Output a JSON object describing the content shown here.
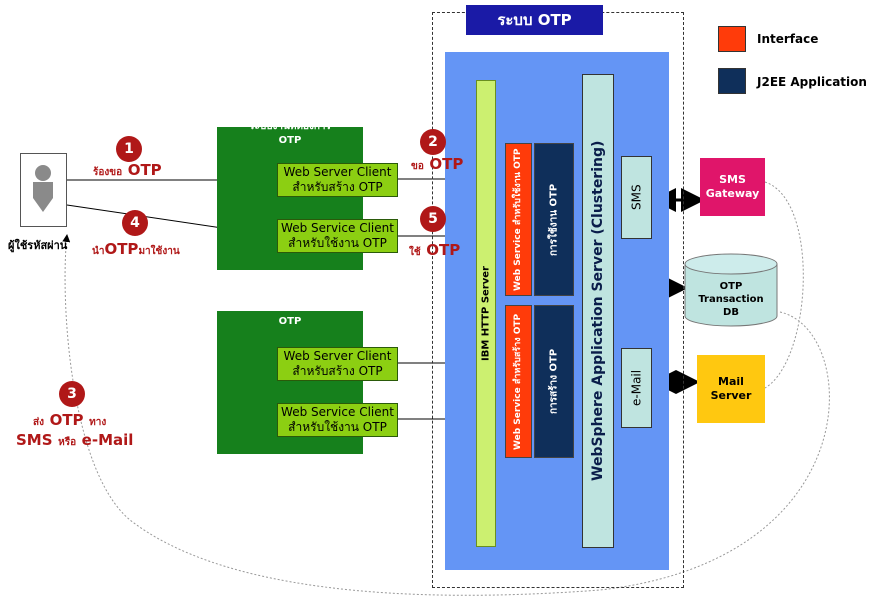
{
  "otp_system": {
    "title": "ระบบ OTP"
  },
  "legend": [
    {
      "label": "Interface",
      "color": "#ff3b0a"
    },
    {
      "label": "J2EE Application",
      "color": "#0f2f5a"
    }
  ],
  "user": {
    "label": "ผู้ใช้รหัสผ่าน",
    "icon": "person-icon"
  },
  "app_systems": [
    {
      "title_line1": "ระบบงานที่ต้องการ",
      "title_line2": "OTP",
      "clients": [
        {
          "line1": "Web Server Client",
          "line2": "สำหรับสร้าง OTP"
        },
        {
          "line1": "Web Service Client",
          "line2": "สำหรับใช้งาน OTP"
        }
      ]
    },
    {
      "title_line1": "ระบบงานที่ต้องการ",
      "title_line2": "OTP",
      "clients": [
        {
          "line1": "Web Server Client",
          "line2": "สำหรับสร้าง OTP"
        },
        {
          "line1": "Web Service Client",
          "line2": "สำหรับใช้งาน OTP"
        }
      ]
    }
  ],
  "steps": [
    {
      "num": "1",
      "pre": "ร้องขอ",
      "main": "OTP",
      "post": ""
    },
    {
      "num": "2",
      "pre": "ขอ",
      "main": "OTP",
      "post": ""
    },
    {
      "num": "3",
      "pre": "ส่ง",
      "main": "OTP",
      "post": "ทาง",
      "line2_main1": "SMS",
      "line2_small": "หรือ",
      "line2_main2": "e-Mail"
    },
    {
      "num": "4",
      "pre": "นำ",
      "main": "OTP",
      "post": "มาใช้งาน"
    },
    {
      "num": "5",
      "pre": "ใช้",
      "main": "OTP",
      "post": ""
    }
  ],
  "ibm_http_server": "IBM HTTP Server",
  "web_services": [
    {
      "interface": "Web Service สำหรับใช้งาน OTP",
      "app": "การใช้งาน OTP"
    },
    {
      "interface": "Web Service สำหรับสร้าง OTP",
      "app": "การสร้าง OTP"
    }
  ],
  "was_label": "WebSphere Application Server (Clustering)",
  "sms_box": "SMS",
  "email_box": "e-Mail",
  "sms_gateway": {
    "line1": "SMS",
    "line2": "Gateway"
  },
  "db": {
    "line1": "OTP",
    "line2": "Transaction",
    "line3": "DB"
  },
  "mail_server": {
    "line1": "Mail",
    "line2": "Server"
  }
}
